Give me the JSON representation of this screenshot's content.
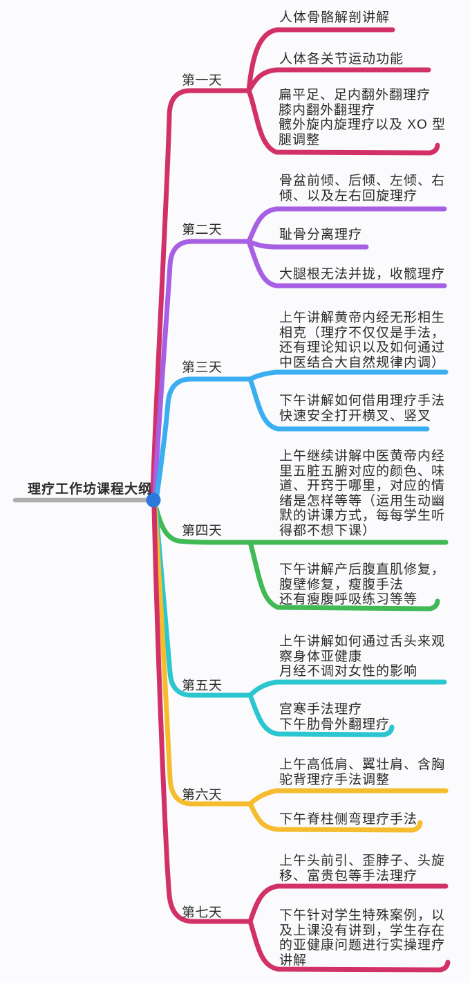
{
  "title": "理疗工作坊课程大纲",
  "root": {
    "line_color": "#ADADAD",
    "dot_color": "#2A79DB"
  },
  "text_color": "#2B2B2B",
  "background_color": "#FBFBFD",
  "days": [
    {
      "label": "第一天",
      "color": "#D23168",
      "topics": [
        "人体骨骼解剖讲解",
        "人体各关节运动功能",
        "扁平足、足内翻外翻理疗\n膝内翻外翻理疗\n髋外旋内旋理疗以及 XO 型\n腿调整"
      ]
    },
    {
      "label": "第二天",
      "color": "#A75FE3",
      "topics": [
        "骨盆前倾、后倾、左倾、右\n倾、以及左右回旋理疗",
        "耻骨分离理疗",
        "大腿根无法并拢，收髋理疗"
      ]
    },
    {
      "label": "第三天",
      "color": "#3BAEF2",
      "topics": [
        "上午讲解黄帝内经无形相生\n相克（理疗不仅仅是手法，\n还有理论知识以及如何通过\n中医结合大自然规律内调）",
        "下午讲解如何借用理疗手法\n快速安全打开横叉、竖叉"
      ]
    },
    {
      "label": "第四天",
      "color": "#41BA56",
      "topics": [
        "上午继续讲解中医黄帝内经\n里五脏五腑对应的颜色、味\n道、开窍于哪里，对应的情\n绪是怎样等等（运用生动幽\n默的讲课方式，每每学生听\n得都不想下课）",
        "下午讲解产后腹直肌修复，\n腹壁修复，瘦腹手法\n还有瘦腹呼吸练习等等"
      ]
    },
    {
      "label": "第五天",
      "color": "#2BC6D0",
      "topics": [
        "上午讲解如何通过舌头来观\n察身体亚健康\n月经不调对女性的影响",
        "宫寒手法理疗\n下午肋骨外翻理疗"
      ]
    },
    {
      "label": "第六天",
      "color": "#F5BD2E",
      "topics": [
        "上午高低肩、翼壮肩、含胸\n驼背理疗手法调整",
        "下午脊柱侧弯理疗手法"
      ]
    },
    {
      "label": "第七天",
      "color": "#D23168",
      "topics": [
        "上午头前引、歪脖子、头旋\n移、富贵包等手法理疗",
        "下午针对学生特殊案例，以\n及上课没有讲到，学生存在\n的亚健康问题进行实操理疗\n讲解"
      ]
    }
  ]
}
